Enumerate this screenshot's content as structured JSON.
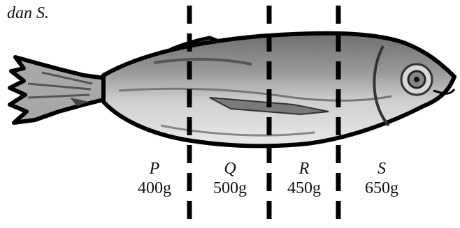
{
  "caption": "dan S.",
  "segments": [
    {
      "letter": "P",
      "mass": "400g"
    },
    {
      "letter": "Q",
      "mass": "500g"
    },
    {
      "letter": "R",
      "mass": "450g"
    },
    {
      "letter": "S",
      "mass": "650g"
    }
  ]
}
